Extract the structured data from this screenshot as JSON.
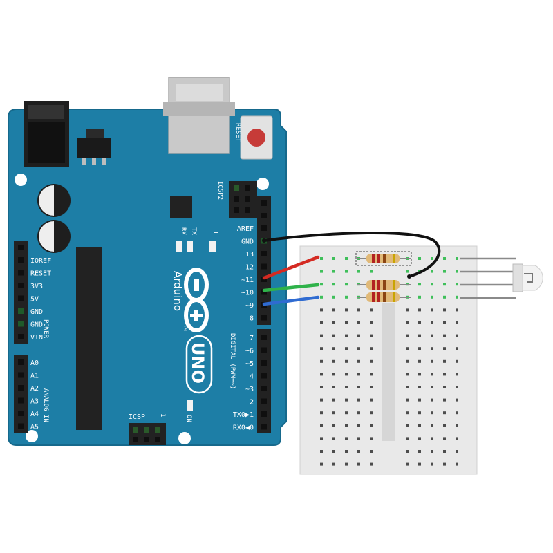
{
  "board": {
    "brand": "Arduino",
    "trademark": "TM",
    "model": "UNO",
    "reset": "RESET",
    "icsp2": "ICSP2",
    "icsp": "ICSP",
    "icsp_pin1": "1",
    "tx": "TX",
    "rx": "RX",
    "l": "L",
    "on": "ON",
    "power_group": "POWER",
    "analog_group": "ANALOG IN",
    "digital_group": "DIGITAL (PWM=~)",
    "power_pins": [
      "IOREF",
      "RESET",
      "3V3",
      "5V",
      "GND",
      "GND",
      "VIN"
    ],
    "analog_pins": [
      "A0",
      "A1",
      "A2",
      "A3",
      "A4",
      "A5"
    ],
    "top_header_pins": [
      "AREF",
      "GND",
      "13",
      "12",
      "~11",
      "~10",
      "~9",
      "8"
    ],
    "bottom_header_pins": [
      "7",
      "~6",
      "~5",
      "4",
      "~3",
      "2",
      "TX0▶1",
      "RX0◀0"
    ]
  },
  "colors": {
    "board": "#1d7ea6",
    "board_edge": "#16698c",
    "wire_gnd": "#111111",
    "wire_red": "#d42a22",
    "wire_green": "#2fb24a",
    "wire_blue": "#2f6bd1",
    "breadboard": "#e9e9e9",
    "hole_green": "#3fbf5a",
    "hole": "#4d4d4d"
  }
}
